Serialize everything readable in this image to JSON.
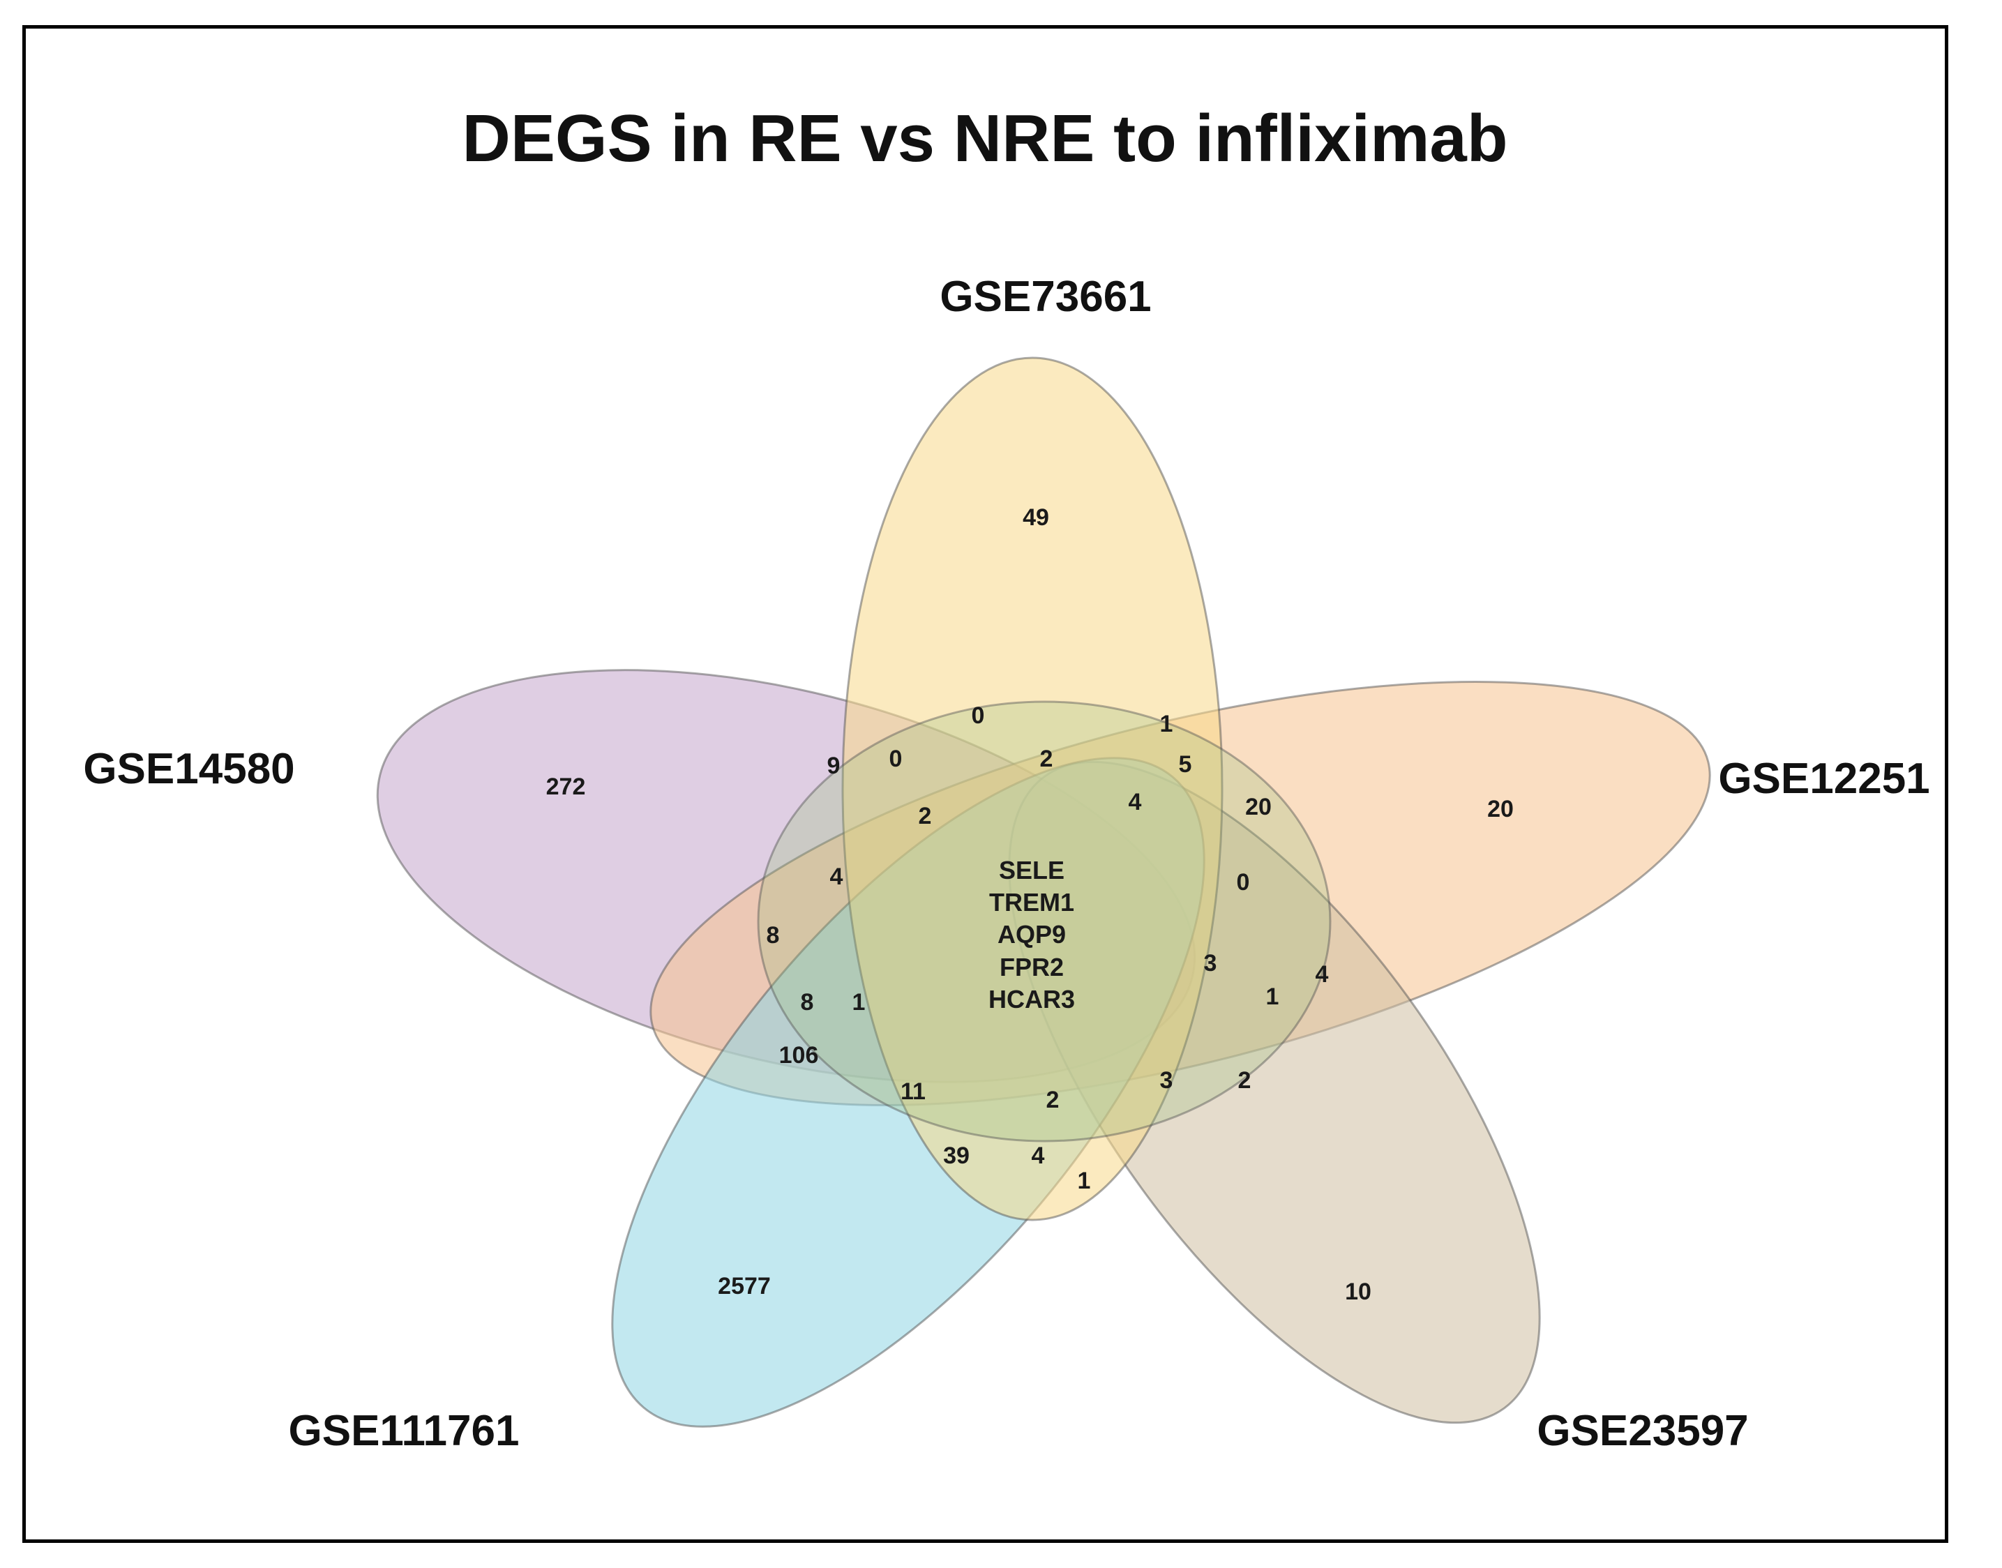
{
  "title": "DEGS in RE vs NRE to infliximab",
  "sets": [
    {
      "id": "gse73661",
      "label": "GSE73661",
      "color": "#f7d98a"
    },
    {
      "id": "gse12251",
      "label": "GSE12251",
      "color": "#f5c28f"
    },
    {
      "id": "gse23597",
      "label": "GSE23597",
      "color": "#cfc0a2"
    },
    {
      "id": "gse111761",
      "label": "GSE111761",
      "color": "#8fd6e3"
    },
    {
      "id": "gse14580",
      "label": "GSE14580",
      "color": "#c5a6cc"
    }
  ],
  "regions": [
    {
      "id": "only-gse73661",
      "sets": [
        "GSE73661"
      ],
      "count": "49"
    },
    {
      "id": "only-gse14580",
      "sets": [
        "GSE14580"
      ],
      "count": "272"
    },
    {
      "id": "only-gse12251",
      "sets": [
        "GSE12251"
      ],
      "count": "20"
    },
    {
      "id": "only-gse111761",
      "sets": [
        "GSE111761"
      ],
      "count": "2577"
    },
    {
      "id": "only-gse23597",
      "sets": [
        "GSE23597"
      ],
      "count": "10"
    },
    {
      "id": "r-0-top",
      "count": "0"
    },
    {
      "id": "r-1-top-right",
      "count": "1"
    },
    {
      "id": "r-9",
      "count": "9"
    },
    {
      "id": "r-0-left",
      "count": "0"
    },
    {
      "id": "r-2-top",
      "count": "2"
    },
    {
      "id": "r-5",
      "count": "5"
    },
    {
      "id": "r-2-left",
      "count": "2"
    },
    {
      "id": "r-4-top-right",
      "count": "4"
    },
    {
      "id": "r-20-inner",
      "count": "20"
    },
    {
      "id": "r-4-left",
      "count": "4"
    },
    {
      "id": "r-0-right",
      "count": "0"
    },
    {
      "id": "r-8-left",
      "count": "8"
    },
    {
      "id": "r-3-right",
      "count": "3"
    },
    {
      "id": "r-4-right",
      "count": "4"
    },
    {
      "id": "r-8-lower-left",
      "count": "8"
    },
    {
      "id": "r-1-lower-left",
      "count": "1"
    },
    {
      "id": "r-1-right",
      "count": "1"
    },
    {
      "id": "r-106",
      "count": "106"
    },
    {
      "id": "r-11",
      "count": "11"
    },
    {
      "id": "r-2-bottom",
      "count": "2"
    },
    {
      "id": "r-3-bottom-right",
      "count": "3"
    },
    {
      "id": "r-2-bottom-right",
      "count": "2"
    },
    {
      "id": "r-39",
      "count": "39"
    },
    {
      "id": "r-4-bottom",
      "count": "4"
    },
    {
      "id": "r-1-bottom",
      "count": "1"
    }
  ],
  "center_genes": [
    "SELE",
    "TREM1",
    "AQP9",
    "FPR2",
    "HCAR3"
  ]
}
